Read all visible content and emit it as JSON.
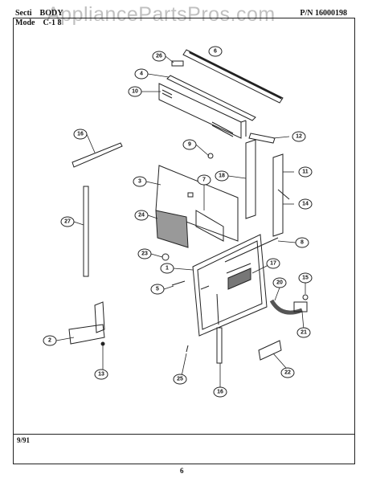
{
  "header": {
    "section_prefix": "Secti",
    "section_title": "BODY",
    "model_prefix": "Mode",
    "model_value": "C-1 8",
    "part_number": "P/N 16000198"
  },
  "watermark": "AppliancePartsPros.com",
  "footer": {
    "date": "9/91",
    "page": "6"
  },
  "callouts": {
    "c1": "1",
    "c2": "2",
    "c3": "3",
    "c4": "4",
    "c5": "5",
    "c6": "6",
    "c7": "7",
    "c8": "8",
    "c9": "9",
    "c10": "10",
    "c11": "11",
    "c12": "12",
    "c13": "13",
    "c14": "14",
    "c15": "15",
    "c16a": "16",
    "c16b": "16",
    "c17": "17",
    "c18": "18",
    "c20": "20",
    "c21": "21",
    "c22": "22",
    "c23": "23",
    "c24": "24",
    "c25": "25",
    "c26": "26",
    "c27": "27"
  }
}
